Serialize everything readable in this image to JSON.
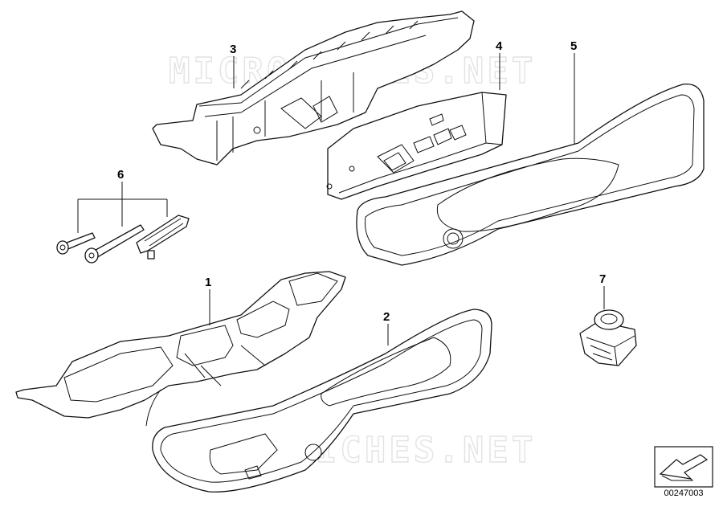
{
  "watermark": "MICROFICHES.NET",
  "callouts": [
    "1",
    "2",
    "3",
    "4",
    "5",
    "6",
    "7"
  ],
  "doc_id": "00247003"
}
